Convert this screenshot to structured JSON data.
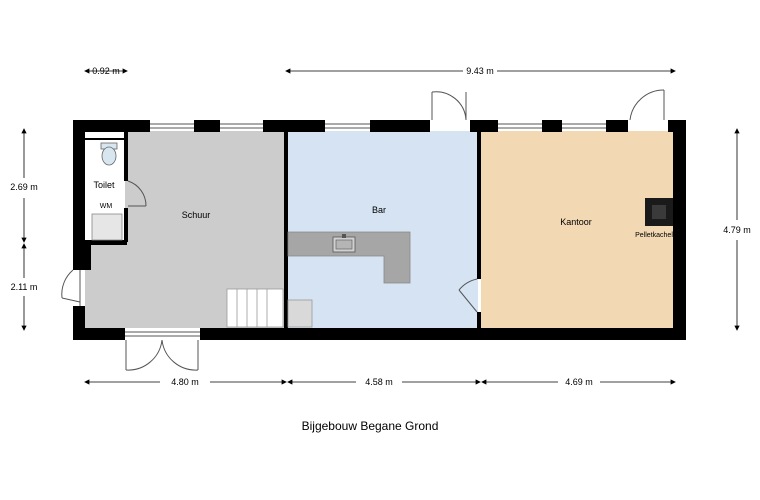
{
  "plan_title": "Bijgebouw Begane Grond",
  "rooms": {
    "toilet": "Toilet",
    "wm": "WM",
    "schuur": "Schuur",
    "bar": "Bar",
    "kantoor": "Kantoor",
    "pelletkachel": "Pelletkachel"
  },
  "dimensions": {
    "top_left": "0.92 m",
    "top_main": "9.43 m",
    "left_upper": "2.69 m",
    "left_lower": "2.11 m",
    "right": "4.79 m",
    "bottom_1": "4.80 m",
    "bottom_2": "4.58 m",
    "bottom_3": "4.69 m"
  },
  "colors": {
    "wall": "#000000",
    "schuur_floor": "#cccccc",
    "bar_floor": "#d5e3f3",
    "kantoor_floor": "#f3d9b3",
    "toilet_floor": "#ffffff",
    "counter": "#a6a6a6",
    "dimension_line": "#000000"
  }
}
